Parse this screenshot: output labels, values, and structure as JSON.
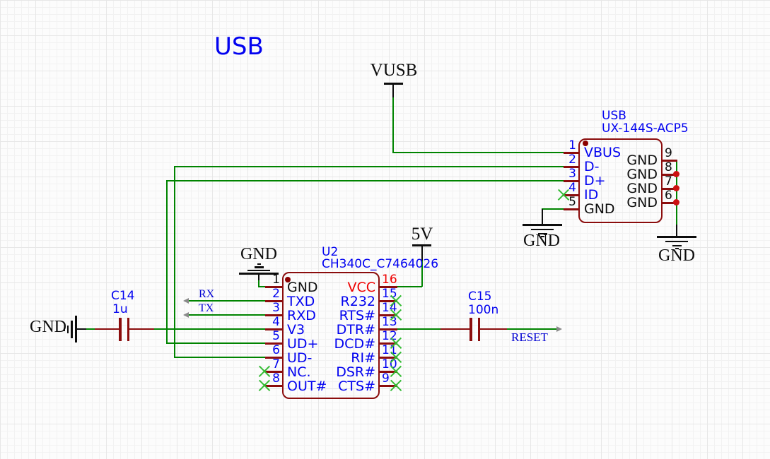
{
  "title": "USB",
  "power": {
    "vusb": "VUSB",
    "v5": "5V",
    "gnd": "GND"
  },
  "usb_connector": {
    "ref": "USB",
    "value": "UX-144S-ACP5",
    "left_pins": [
      {
        "num": "1",
        "name": "VBUS"
      },
      {
        "num": "2",
        "name": "D-"
      },
      {
        "num": "3",
        "name": "D+"
      },
      {
        "num": "4",
        "name": "ID"
      },
      {
        "num": "5",
        "name": "GND"
      }
    ],
    "right_pins": [
      {
        "num": "9",
        "name": "GND"
      },
      {
        "num": "8",
        "name": "GND"
      },
      {
        "num": "7",
        "name": "GND"
      },
      {
        "num": "6",
        "name": "GND"
      }
    ],
    "nc_pins": [
      "4"
    ],
    "junction_pins": [
      "8",
      "7",
      "6"
    ]
  },
  "u2": {
    "ref": "U2",
    "value": "CH340C_C7464026",
    "left_pins": [
      {
        "num": "1",
        "name": "GND"
      },
      {
        "num": "2",
        "name": "TXD"
      },
      {
        "num": "3",
        "name": "RXD"
      },
      {
        "num": "4",
        "name": "V3"
      },
      {
        "num": "5",
        "name": "UD+"
      },
      {
        "num": "6",
        "name": "UD-"
      },
      {
        "num": "7",
        "name": "NC."
      },
      {
        "num": "8",
        "name": "OUT#"
      }
    ],
    "right_pins": [
      {
        "num": "16",
        "name": "VCC"
      },
      {
        "num": "15",
        "name": "R232"
      },
      {
        "num": "14",
        "name": "RTS#"
      },
      {
        "num": "13",
        "name": "DTR#"
      },
      {
        "num": "12",
        "name": "DCD#"
      },
      {
        "num": "11",
        "name": "RI#"
      },
      {
        "num": "10",
        "name": "DSR#"
      },
      {
        "num": "9",
        "name": "CTS#"
      }
    ],
    "nc_pins": [
      "7",
      "8",
      "15",
      "14",
      "12",
      "11",
      "10",
      "9"
    ]
  },
  "c14": {
    "ref": "C14",
    "value": "1u"
  },
  "c15": {
    "ref": "C15",
    "value": "100n"
  },
  "net_labels": {
    "rx": "RX",
    "tx": "TX",
    "reset": "RESET"
  },
  "colors": {
    "wire": "#008400",
    "component_outline": "#8b0d0d",
    "no_connect_x": "#33bb33",
    "junction_dot": "#cc1111",
    "label_blue": "#0202f0",
    "net_label_blue": "#0000d2",
    "vcc_red": "#ee0000",
    "gnd_black": "#0d0d0d"
  }
}
